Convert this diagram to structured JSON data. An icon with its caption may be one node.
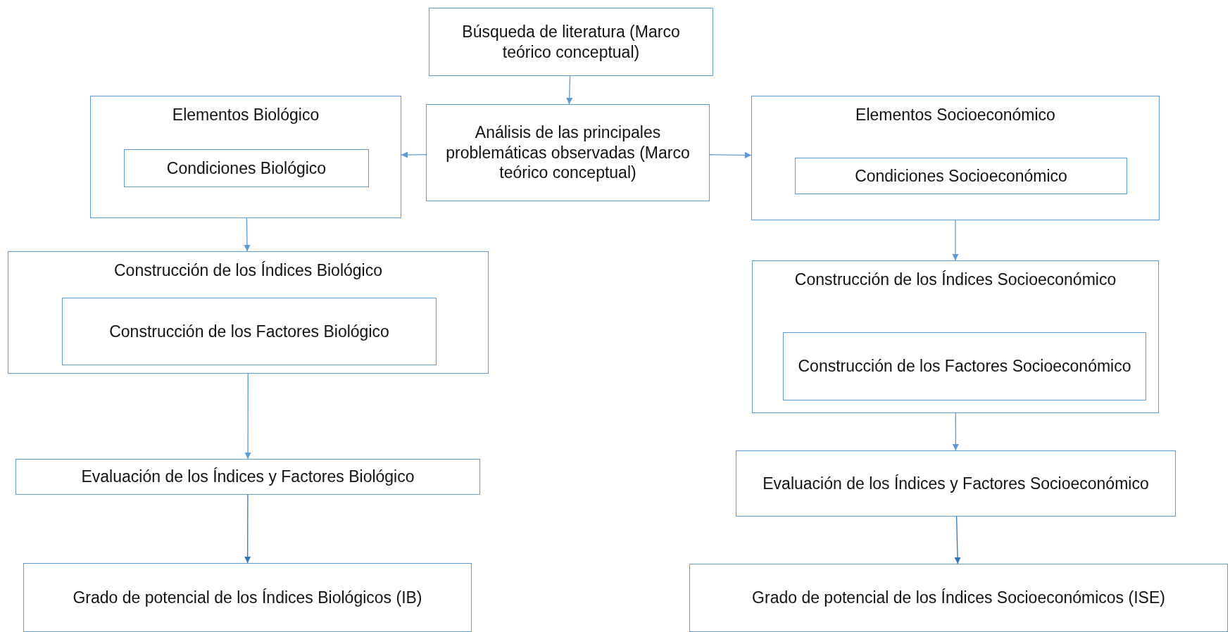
{
  "diagram": {
    "nodes": [
      {
        "text": [
          "Búsqueda de literatura (Marco teórico conceptual)"
        ]
      },
      {
        "text": [
          "Análisis de las principales problemáticas observadas (Marco teórico conceptual)"
        ]
      },
      {
        "text": [
          "Elementos Biológico"
        ]
      },
      {
        "text": [
          "Condiciones Biológico"
        ],
        "in": 2
      },
      {
        "text": [
          "Elementos Socioeconómico"
        ]
      },
      {
        "text": [
          "Condiciones Socioeconómico"
        ],
        "in": 4
      },
      {
        "text": [
          "Construcción de los Índices Biológico"
        ]
      },
      {
        "text": [
          "Construcción de los Factores Biológico"
        ],
        "in": 6
      },
      {
        "text": [
          "Construcción de los Índices Socioeconómico"
        ]
      },
      {
        "text": [
          "Construcción de los Factores Socioeconómico"
        ],
        "in": 8
      },
      {
        "text": [
          "Evaluación de los Índices y Factores Biológico"
        ]
      },
      {
        "text": [
          "Evaluación de los Índices y Factores Socioeconómico"
        ]
      },
      {
        "text": [
          "Grado de potencial de los Índices Biológicos (IB)"
        ]
      },
      {
        "text": [
          "Grado de potencial de los Índices Socioeconómicos (ISE)"
        ]
      }
    ],
    "edges": [
      {
        "from": 0,
        "to": 1,
        "arrow": "to"
      },
      {
        "from": 1,
        "to": 2,
        "arrow": "to"
      },
      {
        "from": 1,
        "to": 4,
        "arrow": "to"
      },
      {
        "from": 2,
        "to": 6,
        "arrow": "to"
      },
      {
        "from": 4,
        "to": 8,
        "arrow": "to"
      },
      {
        "from": 6,
        "to": 10,
        "arrow": "to"
      },
      {
        "from": 8,
        "to": 11,
        "arrow": "to"
      },
      {
        "from": 10,
        "to": 12,
        "arrow": "to",
        "color": "#2e75b6"
      },
      {
        "from": 11,
        "to": 13,
        "arrow": "to",
        "color": "#2e75b6"
      }
    ]
  }
}
